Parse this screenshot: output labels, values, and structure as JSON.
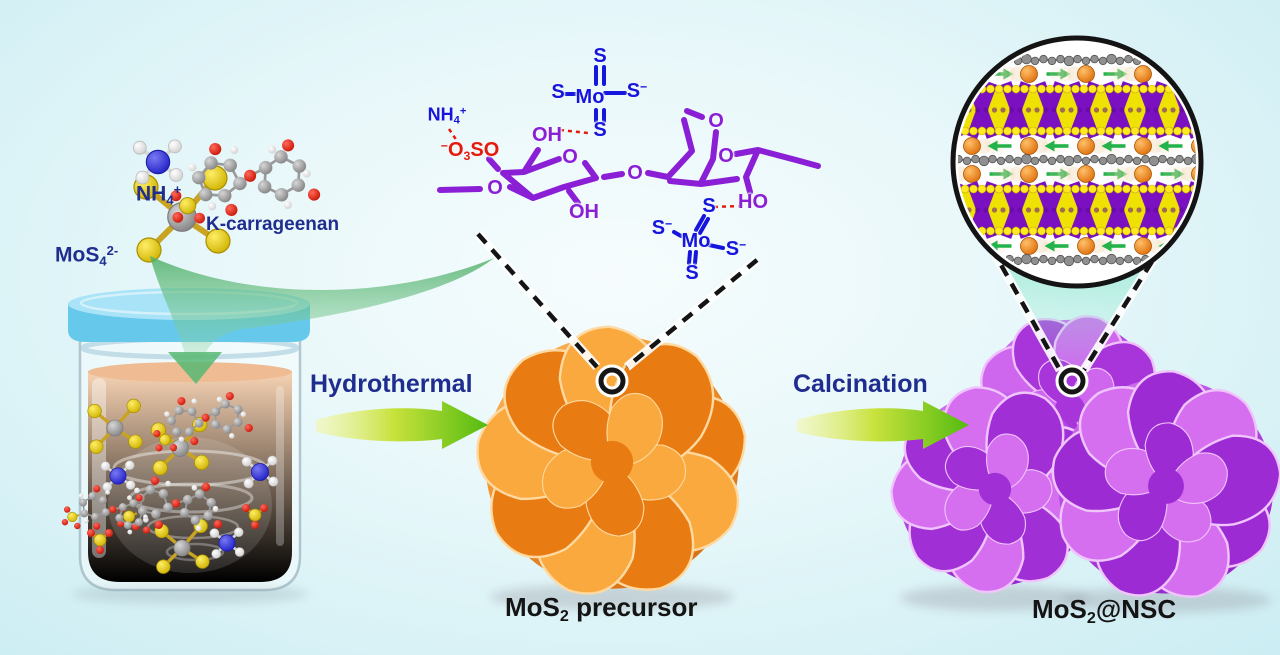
{
  "left": {
    "mos4": {
      "base": "MoS",
      "sub": "4",
      "sup": "2-"
    },
    "nh4": {
      "base": "NH",
      "sub": "4",
      "sup": "+"
    },
    "kcarrageenan": "K-carrageenan"
  },
  "process": {
    "step1": "Hydrothermal",
    "step2": "Calcination"
  },
  "structure": {
    "nh4": {
      "base": "NH",
      "sub": "4",
      "sup": "+"
    },
    "sulfate": {
      "sup": "−",
      "o": "O",
      "sub": "3",
      "so": "SO"
    },
    "oh": "OH",
    "ho": "HO",
    "o": "O",
    "mo": "Mo",
    "s": "S",
    "minus": "−"
  },
  "products": {
    "precursor": {
      "base": "MoS",
      "sub": "2",
      "rest": " precursor"
    },
    "final": {
      "base": "MoS",
      "sub": "2",
      "rest": "@NSC"
    }
  },
  "colors": {
    "label_navy": "#1f2d8f",
    "label_black": "#141414",
    "structure_blue": "#1515dd",
    "hbond_red": "#e41a0c",
    "sugar_purple": "#8a1fd6",
    "arrow_green_dark": "#54bb10",
    "arrow_green_light": "#f2f5a8",
    "funnel_green": "#58b873",
    "lid_blue": "#7dd2f0",
    "liquid_peach": "#f2c3a0",
    "precursor_orange": "#ef8a1f",
    "product_purple": "#b344e4",
    "ion_orange": "#e87d12",
    "slab_yellow": "#efe202",
    "slab_purple": "#7a10c0",
    "carbon_gray": "#909090",
    "inset_arrow_green": "#24b24a"
  }
}
